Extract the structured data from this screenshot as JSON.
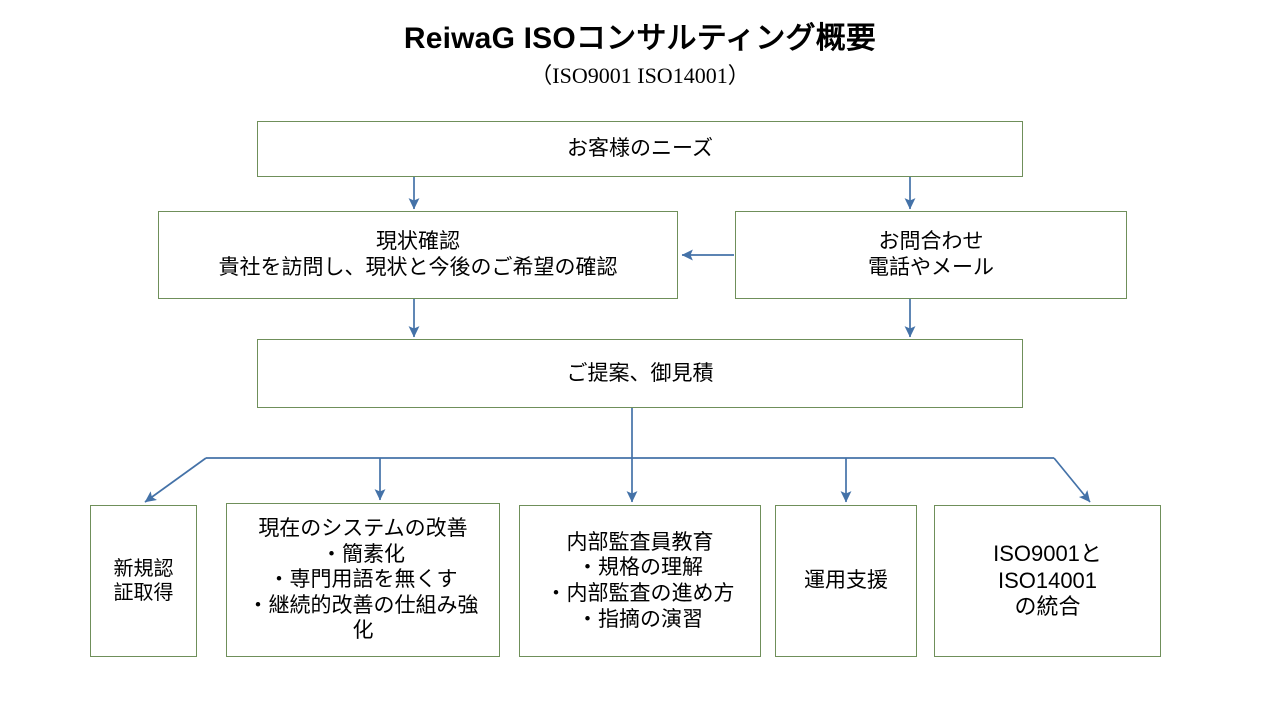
{
  "header": {
    "title": "ReiwaG ISOコンサルティング概要",
    "subtitle": "（ISO9001  ISO14001）"
  },
  "colors": {
    "node_border": "#6f8f5a",
    "connector": "#4472a8",
    "background": "#ffffff",
    "text": "#000000"
  },
  "diagram": {
    "type": "flowchart",
    "nodes": {
      "needs": {
        "label": "お客様のニーズ"
      },
      "genjo_kakunin": {
        "label": "現状確認\n貴社を訪問し、現状と今後のご希望の確認"
      },
      "toiawase": {
        "label": "お問合わせ\n電話やメール"
      },
      "teian_mitsumori": {
        "label": "ご提案、御見積"
      },
      "shinki_ninsho": {
        "label": "新規認\n証取得"
      },
      "system_kaizen": {
        "label": "現在のシステムの改善\n・簡素化\n・専門用語を無くす\n・継続的改善の仕組み強\n化"
      },
      "naibu_kansa": {
        "label": "内部監査員教育\n・規格の理解\n・内部監査の進め方\n・指摘の演習"
      },
      "unyo_shien": {
        "label": "運用支援"
      },
      "iso_tougou": {
        "label": "ISO9001と\nISO14001\nの統合"
      }
    },
    "edges": [
      {
        "from": "needs",
        "to": "genjo_kakunin",
        "style": "arrow-down"
      },
      {
        "from": "needs",
        "to": "toiawase",
        "style": "arrow-down"
      },
      {
        "from": "toiawase",
        "to": "genjo_kakunin",
        "style": "arrow-left"
      },
      {
        "from": "genjo_kakunin",
        "to": "teian_mitsumori",
        "style": "arrow-down"
      },
      {
        "from": "toiawase",
        "to": "teian_mitsumori",
        "style": "arrow-down"
      },
      {
        "from": "teian_mitsumori",
        "to": "shinki_ninsho",
        "style": "arrow-elbow"
      },
      {
        "from": "teian_mitsumori",
        "to": "system_kaizen",
        "style": "arrow-elbow"
      },
      {
        "from": "teian_mitsumori",
        "to": "naibu_kansa",
        "style": "arrow-elbow"
      },
      {
        "from": "teian_mitsumori",
        "to": "unyo_shien",
        "style": "arrow-elbow"
      },
      {
        "from": "teian_mitsumori",
        "to": "iso_tougou",
        "style": "arrow-elbow"
      }
    ]
  }
}
